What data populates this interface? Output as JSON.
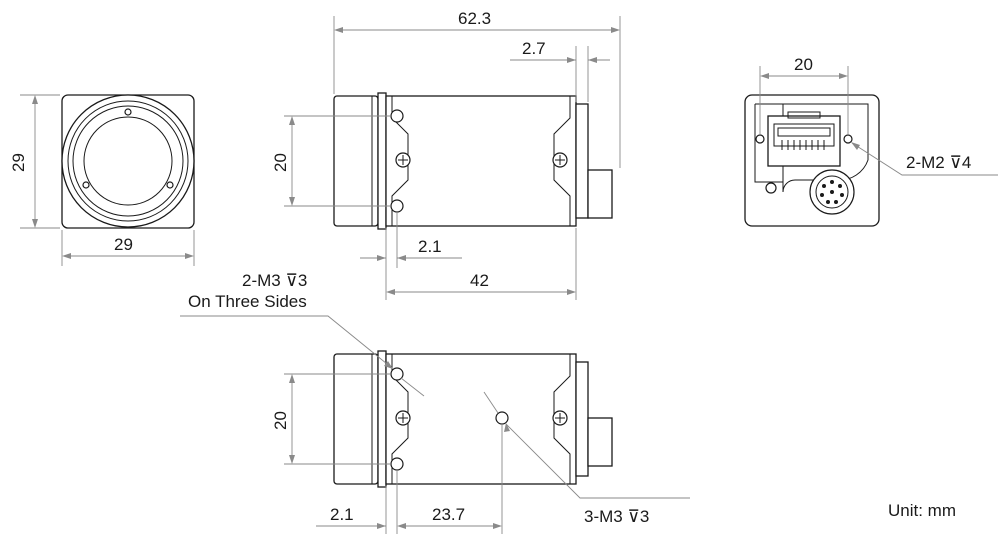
{
  "dimensions": {
    "overall_length": "62.3",
    "rear_offset": "2.7",
    "front_height": "29",
    "front_width": "29",
    "side_hole_spacing": "20",
    "side_hole_offset": "2.1",
    "body_length": "42",
    "rear_hole_spacing": "20",
    "bottom_hole_spacing": "20",
    "bottom_hole_offset": "2.1",
    "bottom_center_hole": "23.7"
  },
  "callouts": {
    "side_holes_line1": "2-M3 ⊽3",
    "side_holes_line2": "On Three Sides",
    "rear_holes": "2-M2 ⊽4",
    "bottom_holes": "3-M3 ⊽3"
  },
  "unit": "Unit: mm"
}
